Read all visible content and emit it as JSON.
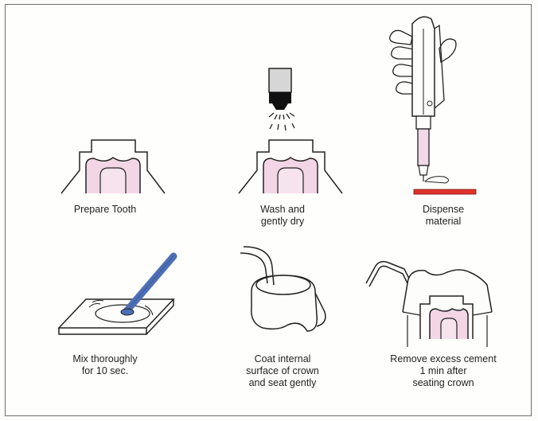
{
  "steps": [
    {
      "id": 1,
      "caption": "Prepare Tooth"
    },
    {
      "id": 2,
      "caption": "Wash and\ngently dry"
    },
    {
      "id": 3,
      "caption": "Dispense\nmaterial"
    },
    {
      "id": 4,
      "caption": "Mix thoroughly\nfor 10 sec."
    },
    {
      "id": 5,
      "caption": "Coat internal\nsurface of crown\nand seat gently"
    },
    {
      "id": 6,
      "caption": "Remove excess cement\n1 min after\nseating crown"
    }
  ],
  "colors": {
    "line": "#222222",
    "pulp_pink": "#f2d6e6",
    "spatula_blue": "#4d6fb8",
    "dispenser_pink": "#f3d8e8",
    "mixing_pad_red": "#e0322c"
  }
}
